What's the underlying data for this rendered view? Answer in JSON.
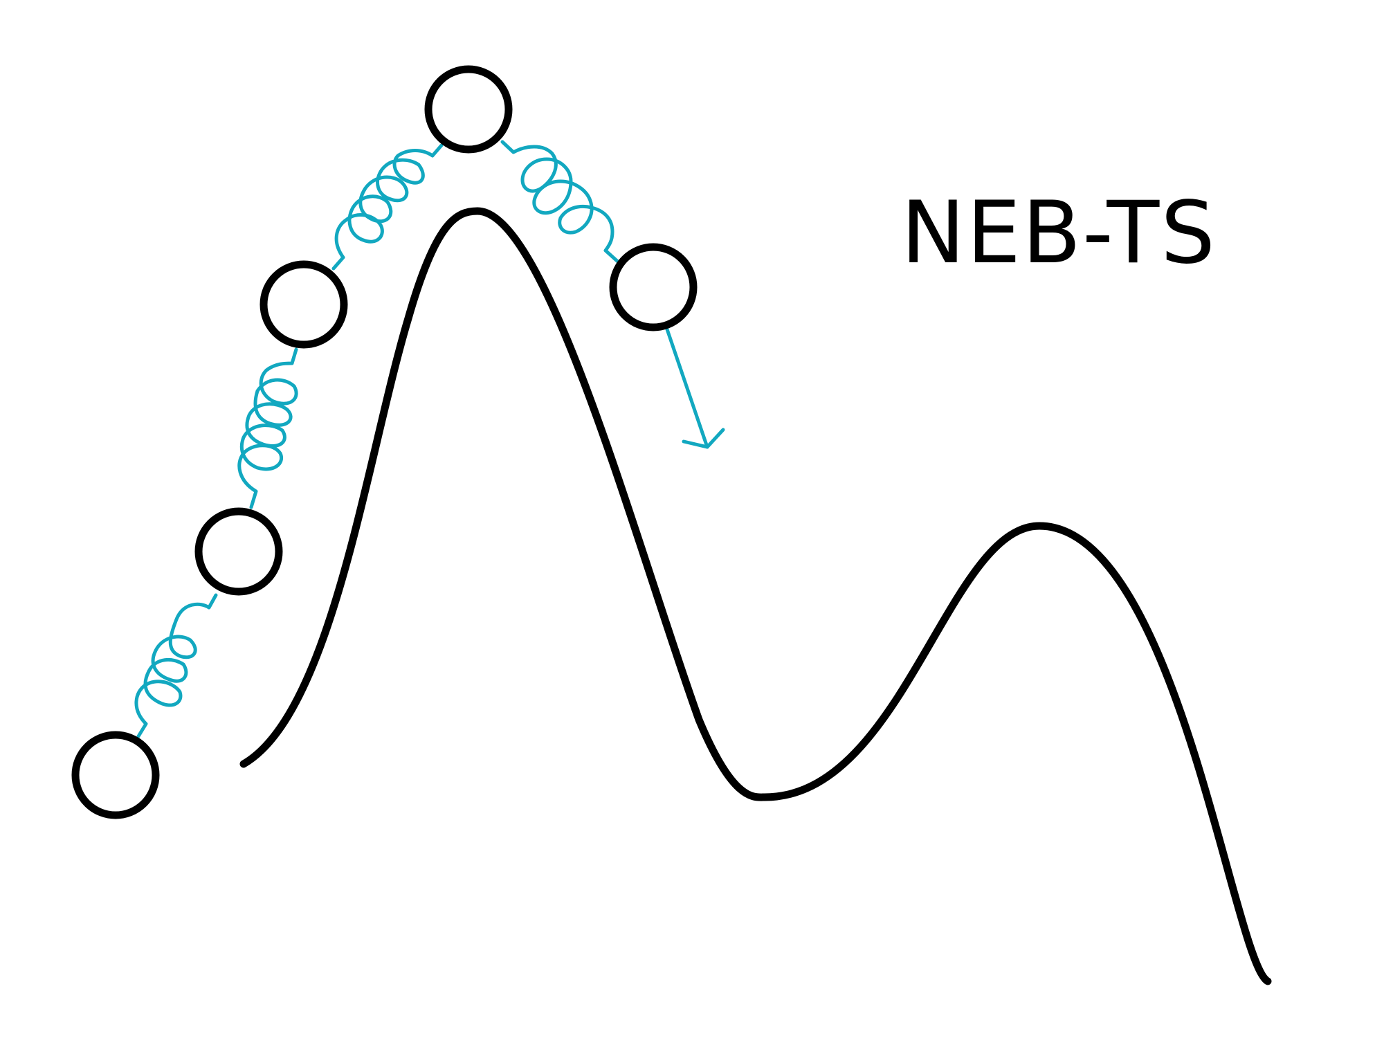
{
  "title": "NEB-TS",
  "colors": {
    "curve": "#000000",
    "spring": "#12a8c0",
    "bead_stroke": "#000000",
    "bead_fill": "#ffffff",
    "background": "#ffffff"
  },
  "elements": {
    "energy_curve": "potential-energy-curve",
    "beads": 5,
    "springs": 4,
    "arrow": "force-arrow"
  }
}
